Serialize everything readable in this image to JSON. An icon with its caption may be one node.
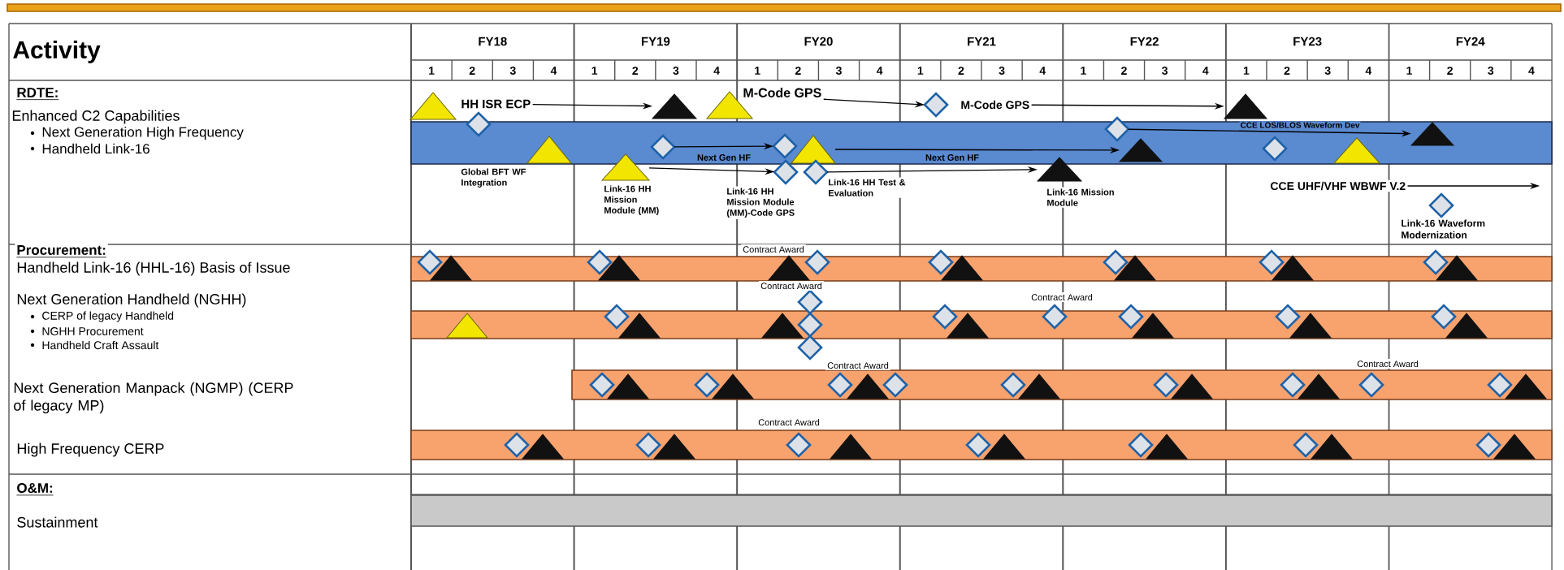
{
  "diagram": {
    "nodes": [
      {
        "text": [],
        "shape": "triangle"
      },
      {
        "text": [
          "HH ISR ECP"
        ]
      },
      {
        "text": [],
        "shape": "triangle"
      },
      {
        "text": [],
        "shape": "triangle"
      },
      {
        "text": [
          "M-Code GPS"
        ]
      },
      {
        "text": [],
        "shape": "diamond"
      },
      {
        "text": [
          "M-Code GPS"
        ]
      },
      {
        "text": [],
        "shape": "triangle"
      },
      {
        "text": [],
        "shape": "bar"
      },
      {
        "text": [],
        "shape": "diamond"
      },
      {
        "text": [],
        "shape": "triangle",
        "in": 8,
        "beside": [
          "Global BFT WF Integration"
        ]
      },
      {
        "text": [],
        "shape": "diamond",
        "in": 8
      },
      {
        "text": [],
        "shape": "diamond",
        "in": 8
      },
      {
        "text": [],
        "shape": "triangle",
        "in": 8
      },
      {
        "text": [],
        "shape": "diamond"
      },
      {
        "text": [],
        "shape": "triangle",
        "in": 8
      },
      {
        "text": [],
        "shape": "diamond",
        "in": 8
      },
      {
        "text": [],
        "shape": "triangle",
        "in": 8
      },
      {
        "text": [],
        "shape": "triangle",
        "in": 8
      },
      {
        "text": [],
        "shape": "triangle",
        "beside": [
          "Link-16 HH Mission Module (MM)"
        ]
      },
      {
        "text": [],
        "shape": "diamond",
        "beside": [
          "Link-16 HH Mission Module (MM)-Code GPS"
        ]
      },
      {
        "text": [],
        "shape": "diamond",
        "beside": [
          "Link-16 HH Test & Evaluation"
        ]
      },
      {
        "text": [],
        "shape": "triangle",
        "beside": [
          "Link-16 Mission Module"
        ]
      },
      {
        "text": [
          "CCE UHF/VHF WBWF V.2"
        ]
      },
      {
        "text": [],
        "shape": "diamond",
        "beside": [
          "Link-16 Waveform Modernization"
        ]
      },
      {
        "text": [],
        "shape": "bar"
      },
      {
        "text": [],
        "shape": "diamond"
      },
      {
        "text": [],
        "shape": "triangle",
        "in": 25
      },
      {
        "text": [],
        "shape": "diamond"
      },
      {
        "text": [],
        "shape": "triangle",
        "in": 25
      },
      {
        "text": [],
        "shape": "triangle",
        "in": 25
      },
      {
        "text": [],
        "shape": "diamond"
      },
      {
        "text": [],
        "shape": "diamond"
      },
      {
        "text": [],
        "shape": "triangle",
        "in": 25
      },
      {
        "text": [],
        "shape": "diamond"
      },
      {
        "text": [],
        "shape": "triangle",
        "in": 25
      },
      {
        "text": [],
        "shape": "diamond"
      },
      {
        "text": [],
        "shape": "triangle",
        "in": 25
      },
      {
        "text": [],
        "shape": "diamond"
      },
      {
        "text": [],
        "shape": "triangle",
        "in": 25
      },
      {
        "text": [],
        "shape": "bar"
      },
      {
        "text": [],
        "shape": "triangle",
        "in": 40
      },
      {
        "text": [],
        "shape": "diamond"
      },
      {
        "text": [],
        "shape": "triangle",
        "in": 40
      },
      {
        "text": [],
        "shape": "triangle",
        "in": 40
      },
      {
        "text": [],
        "shape": "diamond"
      },
      {
        "text": [],
        "shape": "diamond",
        "in": 40
      },
      {
        "text": [],
        "shape": "diamond"
      },
      {
        "text": [],
        "shape": "diamond"
      },
      {
        "text": [],
        "shape": "triangle",
        "in": 40
      },
      {
        "text": [],
        "shape": "diamond"
      },
      {
        "text": [],
        "shape": "diamond"
      },
      {
        "text": [],
        "shape": "triangle",
        "in": 40
      },
      {
        "text": [],
        "shape": "diamond"
      },
      {
        "text": [],
        "shape": "triangle",
        "in": 40
      },
      {
        "text": [],
        "shape": "diamond"
      },
      {
        "text": [],
        "shape": "triangle",
        "in": 40
      },
      {
        "text": [],
        "shape": "bar"
      },
      {
        "text": [],
        "shape": "diamond",
        "in": 57
      },
      {
        "text": [],
        "shape": "triangle",
        "in": 57
      },
      {
        "text": [],
        "shape": "diamond",
        "in": 57
      },
      {
        "text": [],
        "shape": "triangle",
        "in": 57
      },
      {
        "text": [],
        "shape": "diamond",
        "in": 57
      },
      {
        "text": [],
        "shape": "triangle",
        "in": 57
      },
      {
        "text": [],
        "shape": "diamond",
        "in": 57
      },
      {
        "text": [],
        "shape": "diamond",
        "in": 57
      },
      {
        "text": [],
        "shape": "triangle",
        "in": 57
      },
      {
        "text": [],
        "shape": "diamond",
        "in": 57
      },
      {
        "text": [],
        "shape": "triangle",
        "in": 57
      },
      {
        "text": [],
        "shape": "diamond",
        "in": 57
      },
      {
        "text": [],
        "shape": "triangle",
        "in": 57
      },
      {
        "text": [],
        "shape": "diamond",
        "in": 57
      },
      {
        "text": [],
        "shape": "diamond",
        "in": 57
      },
      {
        "text": [],
        "shape": "triangle",
        "in": 57
      },
      {
        "text": [],
        "shape": "bar"
      },
      {
        "text": [],
        "shape": "diamond",
        "in": 74
      },
      {
        "text": [],
        "shape": "triangle",
        "in": 74
      },
      {
        "text": [],
        "shape": "diamond",
        "in": 74
      },
      {
        "text": [],
        "shape": "triangle",
        "in": 74
      },
      {
        "text": [],
        "shape": "diamond",
        "in": 74
      },
      {
        "text": [],
        "shape": "triangle",
        "in": 74
      },
      {
        "text": [],
        "shape": "diamond",
        "in": 74
      },
      {
        "text": [],
        "shape": "triangle",
        "in": 74
      },
      {
        "text": [],
        "shape": "diamond",
        "in": 74
      },
      {
        "text": [],
        "shape": "triangle",
        "in": 74
      },
      {
        "text": [],
        "shape": "diamond",
        "in": 74
      },
      {
        "text": [],
        "shape": "triangle",
        "in": 74
      },
      {
        "text": [],
        "shape": "diamond",
        "in": 74
      },
      {
        "text": [],
        "shape": "triangle",
        "in": 74
      },
      {
        "text": [],
        "shape": "bar"
      }
    ],
    "edges": [
      {
        "from": 1,
        "to": 2,
        "arrow": "to"
      },
      {
        "from": 4,
        "to": 5,
        "arrow": "to"
      },
      {
        "from": 6,
        "to": 7,
        "arrow": "to"
      },
      {
        "from": 11,
        "to": 12,
        "arrow": "to",
        "label": "Next Gen HF"
      },
      {
        "from": 13,
        "to": 15,
        "arrow": "to",
        "label": "Next Gen HF"
      },
      {
        "from": 14,
        "to": 18,
        "arrow": "to",
        "label": "CCE LOS/BLOS Waveform Dev"
      },
      {
        "from": 19,
        "to": 20,
        "arrow": "to"
      },
      {
        "from": 21,
        "to": 22,
        "arrow": "to"
      },
      {
        "from": 23,
        "to": null,
        "arrow": "to"
      }
    ],
    "labels": [
      "Activity",
      "FY18",
      "FY19",
      "FY20",
      "FY21",
      "FY22",
      "FY23",
      "FY24",
      "1",
      "2",
      "3",
      "4",
      "1",
      "2",
      "3",
      "4",
      "1",
      "2",
      "3",
      "4",
      "1",
      "2",
      "3",
      "4",
      "1",
      "2",
      "3",
      "4",
      "1",
      "2",
      "3",
      "4",
      "1",
      "2",
      "3",
      "4",
      "RDTE:",
      "Enhanced C2 Capabilities",
      "Next Generation High Frequency",
      "Handheld Link-16",
      "Procurement:",
      "Handheld Link-16 (HHL-16) Basis of Issue",
      "Next Generation Handheld (NGHH)",
      "CERP of legacy Handheld",
      "NGHH Procurement",
      "Handheld Craft Assault",
      "Next Generation Manpack (NGMP) (CERP of legacy MP)",
      "High Frequency CERP",
      "O&M:",
      "Sustainment",
      "Contract Award",
      "Contract Award",
      "Contract Award",
      "Contract Award",
      "Contract Award",
      "Contract Award"
    ]
  }
}
